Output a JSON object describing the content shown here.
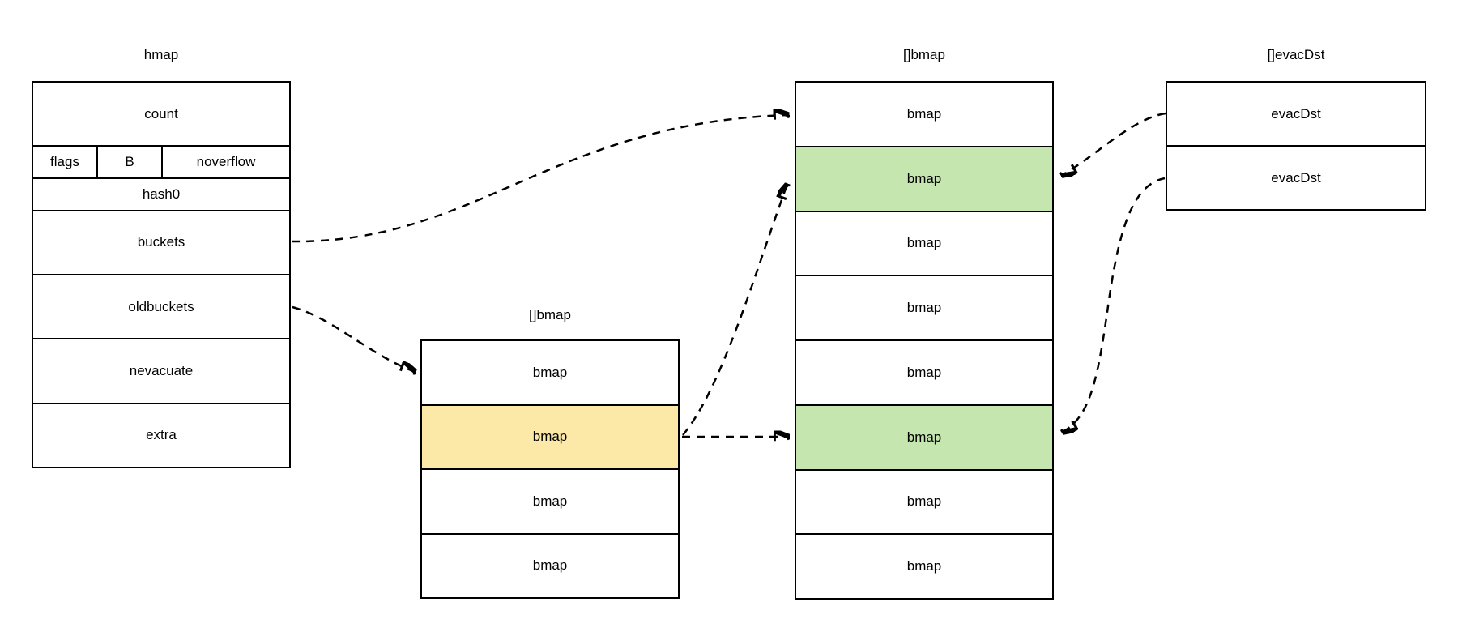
{
  "colors": {
    "background": "#ffffff",
    "line": "#000000",
    "highlight_yellow": "#fce9a8",
    "highlight_green": "#c6e6b0"
  },
  "hmap": {
    "title": "hmap",
    "fields": {
      "count": "count",
      "flags": "flags",
      "b": "B",
      "noverflow": "noverflow",
      "hash0": "hash0",
      "buckets": "buckets",
      "oldbuckets": "oldbuckets",
      "nevacuate": "nevacuate",
      "extra": "extra"
    }
  },
  "old_bmap_array": {
    "title": "[]bmap",
    "cells": [
      "bmap",
      "bmap",
      "bmap",
      "bmap"
    ],
    "highlighted_index": 1
  },
  "new_bmap_array": {
    "title": "[]bmap",
    "cells": [
      "bmap",
      "bmap",
      "bmap",
      "bmap",
      "bmap",
      "bmap",
      "bmap",
      "bmap"
    ],
    "highlighted_indices": [
      1,
      5
    ]
  },
  "evacdst_array": {
    "title": "[]evacDst",
    "cells": [
      "evacDst",
      "evacDst"
    ]
  },
  "arrows": [
    {
      "from": "hmap.buckets",
      "to": "new_bmap_array.cell.0"
    },
    {
      "from": "hmap.oldbuckets",
      "to": "old_bmap_array.cell.0"
    },
    {
      "from": "old_bmap_array.cell.1",
      "to": "new_bmap_array.cell.5"
    },
    {
      "from": "old_bmap_array.cell.1",
      "to": "new_bmap_array.cell.1"
    },
    {
      "from": "evacdst_array.cell.0",
      "to": "new_bmap_array.cell.1"
    },
    {
      "from": "evacdst_array.cell.1",
      "to": "new_bmap_array.cell.5"
    }
  ]
}
